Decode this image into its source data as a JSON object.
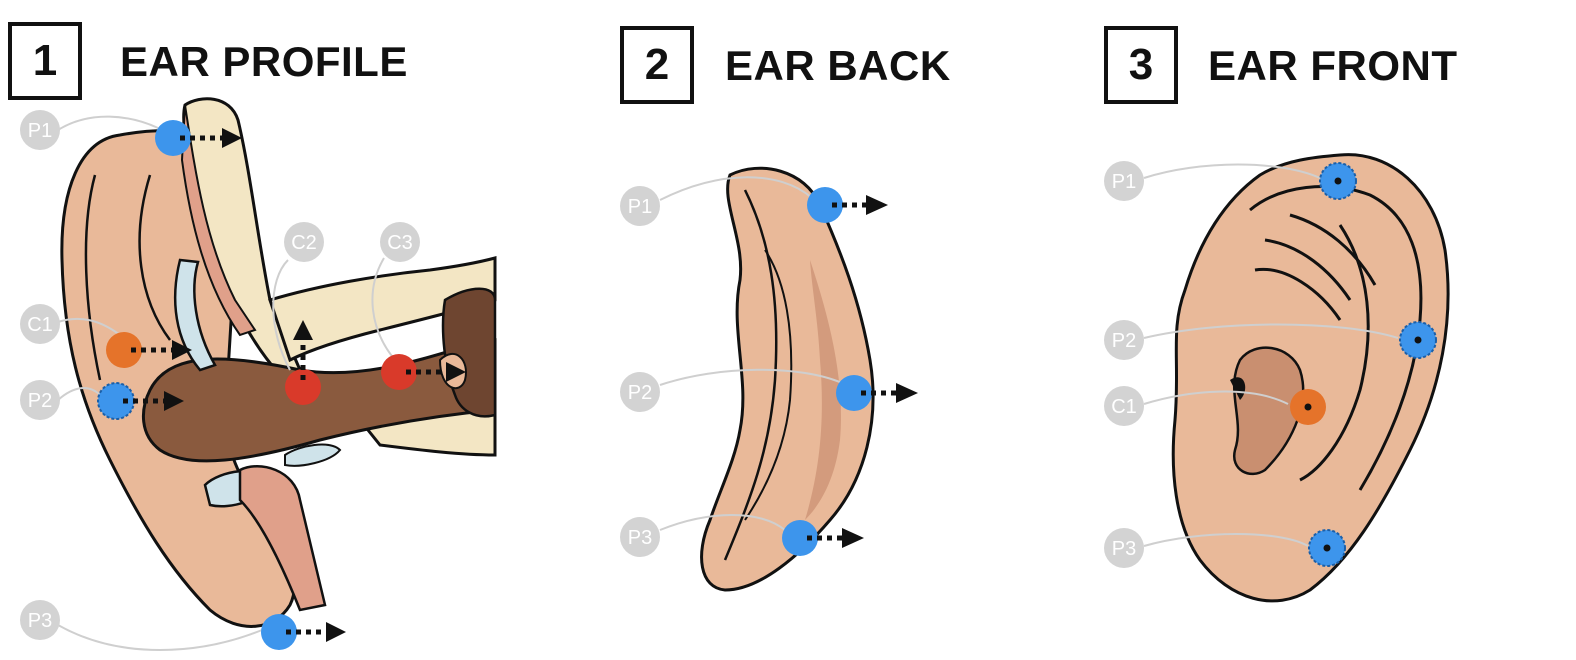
{
  "panels": [
    {
      "number": "1",
      "title": "EAR PROFILE",
      "labels": {
        "p1": "P1",
        "c1": "C1",
        "p2": "P2",
        "c2": "C2",
        "c3": "C3",
        "p3": "P3"
      }
    },
    {
      "number": "2",
      "title": "EAR BACK",
      "labels": {
        "p1": "P1",
        "p2": "P2",
        "p3": "P3"
      }
    },
    {
      "number": "3",
      "title": "EAR FRONT",
      "labels": {
        "p1": "P1",
        "p2": "P2",
        "c1": "C1",
        "p3": "P3"
      }
    }
  ],
  "colors": {
    "skin": "#e9b999",
    "skin_dark": "#c98f70",
    "canal": "#8a5a3e",
    "bone": "#f3e6c4",
    "muscle": "#e0a08a",
    "cartilage": "#cfe3ea",
    "marker_blue": "#3d95ec",
    "marker_orange": "#e5732a",
    "marker_red": "#d93a2a",
    "label_gray": "#d3d3d3",
    "arrow": "#111111"
  }
}
